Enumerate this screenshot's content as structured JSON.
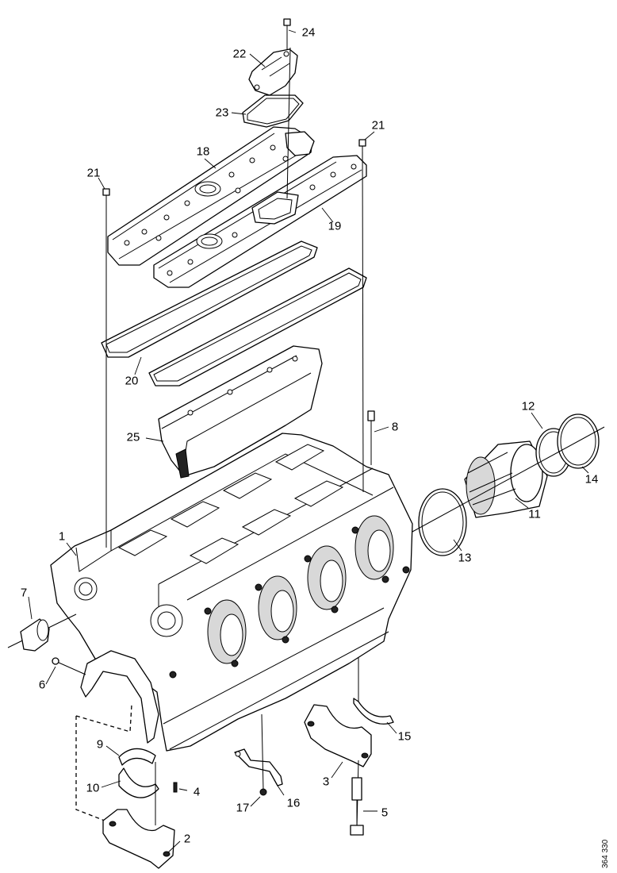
{
  "callouts": {
    "c1": "1",
    "c2": "2",
    "c3": "3",
    "c4": "4",
    "c5": "5",
    "c6": "6",
    "c7": "7",
    "c8": "8",
    "c9": "9",
    "c10": "10",
    "c11": "11",
    "c12": "12",
    "c13": "13",
    "c14": "14",
    "c15": "15",
    "c16": "16",
    "c17": "17",
    "c18": "18",
    "c19": "19",
    "c20": "20",
    "c21a": "21",
    "c21b": "21",
    "c22": "22",
    "c23": "23",
    "c24": "24",
    "c25": "25"
  },
  "reference_code": "364 330"
}
